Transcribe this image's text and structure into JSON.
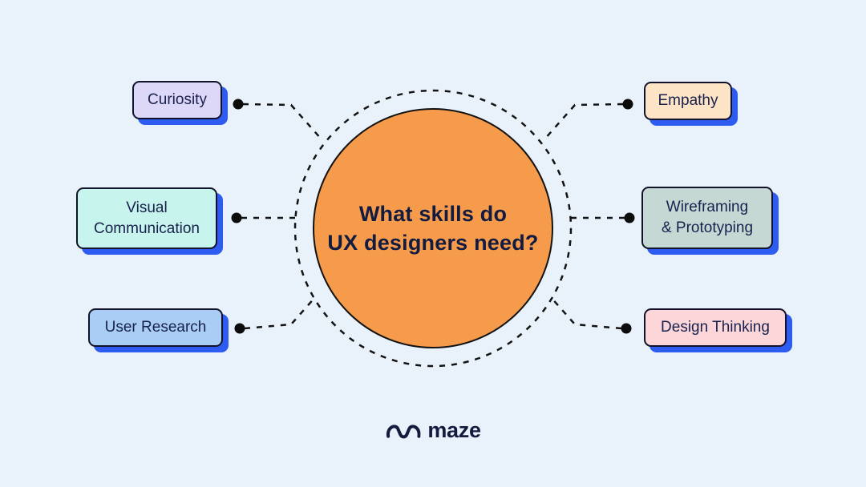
{
  "page": {
    "background": "#e9f1fb"
  },
  "center": {
    "title": "What skills do\nUX designers need?",
    "circle_color": "#f59b4b",
    "text_color": "#121b40"
  },
  "skills": {
    "left": [
      {
        "label": "Curiosity",
        "bg": "#ddd7f8"
      },
      {
        "label": "Visual\nCommunication",
        "bg": "#c7f4ec"
      },
      {
        "label": "User Research",
        "bg": "#a9cdf4"
      }
    ],
    "right": [
      {
        "label": "Empathy",
        "bg": "#fde4c6"
      },
      {
        "label": "Wireframing\n& Prototyping",
        "bg": "#c6d8d4"
      },
      {
        "label": "Design Thinking",
        "bg": "#fcd6d8"
      }
    ]
  },
  "logo": {
    "wordmark": "maze",
    "icon": "maze-logo-icon"
  },
  "colors": {
    "box_shadow": "#2e5bf0",
    "connector_line": "#131313",
    "label_text": "#19214d",
    "box_border": "#12122a"
  }
}
